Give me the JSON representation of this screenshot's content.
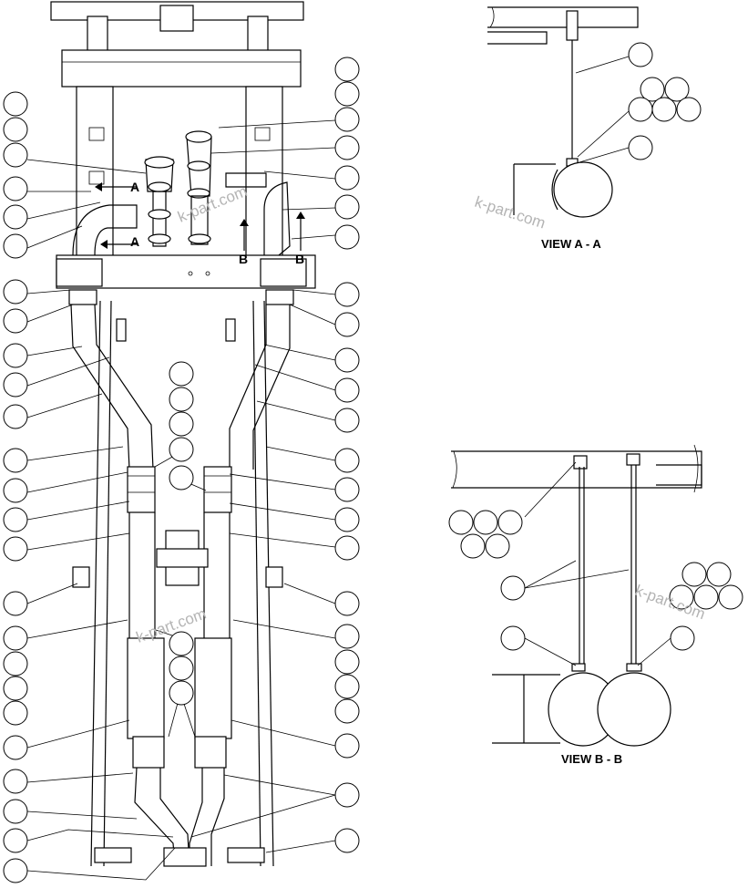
{
  "labels": {
    "view_a": "VIEW A - A",
    "view_b": "VIEW B - B",
    "section_a": "A",
    "section_b": "B"
  },
  "watermark": "k-part.com",
  "colors": {
    "line": "#000000",
    "background": "#ffffff",
    "watermark": "#b4b4b4"
  }
}
